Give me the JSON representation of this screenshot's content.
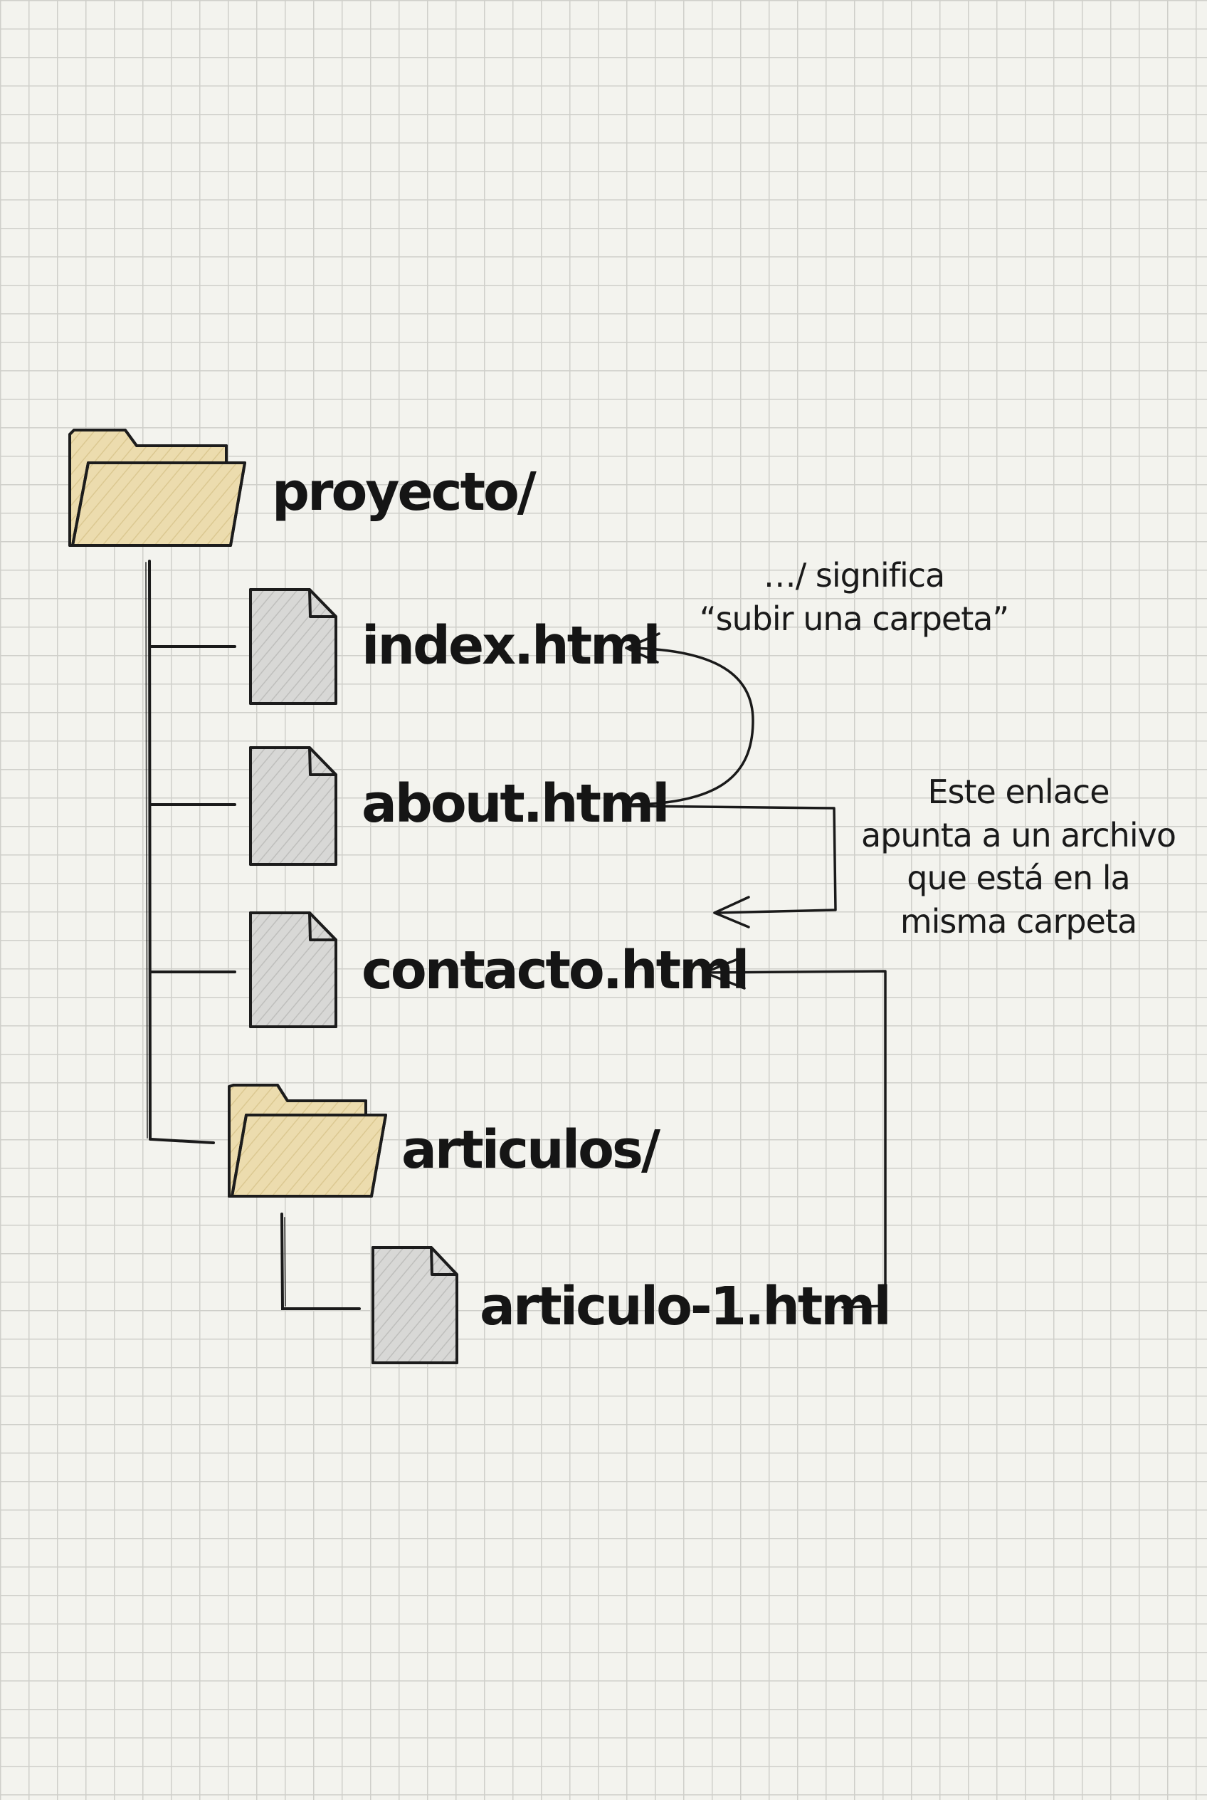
{
  "tree": {
    "root": {
      "label": "proyecto/",
      "icon": "folder-icon"
    },
    "children": [
      {
        "label": "index.html",
        "icon": "file-icon"
      },
      {
        "label": "about.html",
        "icon": "file-icon"
      },
      {
        "label": "contacto.html",
        "icon": "file-icon"
      },
      {
        "label": "articulos/",
        "icon": "folder-icon"
      }
    ],
    "nested": [
      {
        "label": "articulo-1.html",
        "icon": "file-icon"
      }
    ]
  },
  "annotations": {
    "parent_note": {
      "lines": [
        "…/ significa",
        "“subir una carpeta”"
      ]
    },
    "same_folder_note": {
      "lines": [
        "Este enlace",
        "apunta a un archivo",
        "que está en la",
        "misma carpeta"
      ]
    }
  },
  "colors": {
    "folder": "#ecdcae",
    "file": "#d8d8d6",
    "ink": "#161616",
    "grid": "#cfcfca",
    "paper": "#f3f3ee"
  }
}
